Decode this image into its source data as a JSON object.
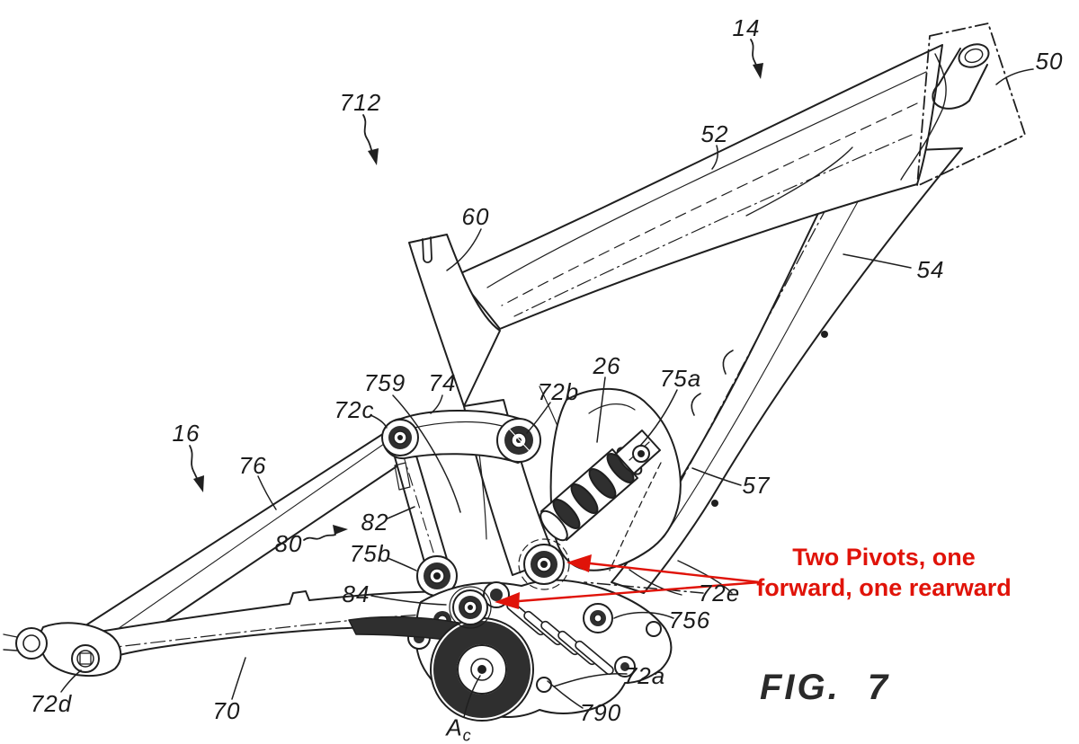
{
  "figure": {
    "caption": "FIG. 7",
    "annotation": {
      "line1": "Two Pivots, one",
      "line2": "forward, one rearward"
    },
    "labels": [
      {
        "text": "712"
      },
      {
        "text": "14"
      },
      {
        "text": "50"
      },
      {
        "text": "52"
      },
      {
        "text": "60"
      },
      {
        "text": "54"
      },
      {
        "text": "26"
      },
      {
        "text": "75a"
      },
      {
        "text": "72b"
      },
      {
        "text": "74"
      },
      {
        "text": "759"
      },
      {
        "text": "72c"
      },
      {
        "text": "16"
      },
      {
        "text": "76"
      },
      {
        "text": "57"
      },
      {
        "text": "82"
      },
      {
        "text": "80"
      },
      {
        "text": "75b"
      },
      {
        "text": "84"
      },
      {
        "text": "72e"
      },
      {
        "text": "756"
      },
      {
        "text": "72a"
      },
      {
        "text": "790"
      },
      {
        "text": "72d"
      },
      {
        "text": "70"
      }
    ],
    "crank_axis_label": {
      "text": "A",
      "sub": "c"
    }
  },
  "colors": {
    "annotation_red": "#e01309",
    "ink": "#1f1f1f",
    "dark_fill": "#2f2f2f"
  }
}
